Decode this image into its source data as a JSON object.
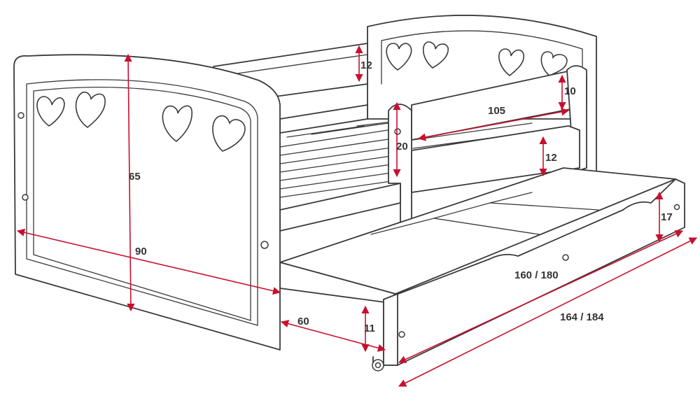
{
  "colors": {
    "outline": "#3a3a3a",
    "dimension_line": "#c8102e",
    "label_text": "#333333",
    "background": "#ffffff"
  },
  "dimensions": {
    "headboard_height": "65",
    "headboard_width": "90",
    "back_rail_height": "12",
    "front_rail_top": "10",
    "front_rail_length": "105",
    "barrier_height": "20",
    "front_rail_lower": "12",
    "drawer_height": "17",
    "drawer_length": "160 / 180",
    "bed_length": "164 / 184",
    "drawer_pull_out": "60",
    "floor_clearance": "11"
  }
}
